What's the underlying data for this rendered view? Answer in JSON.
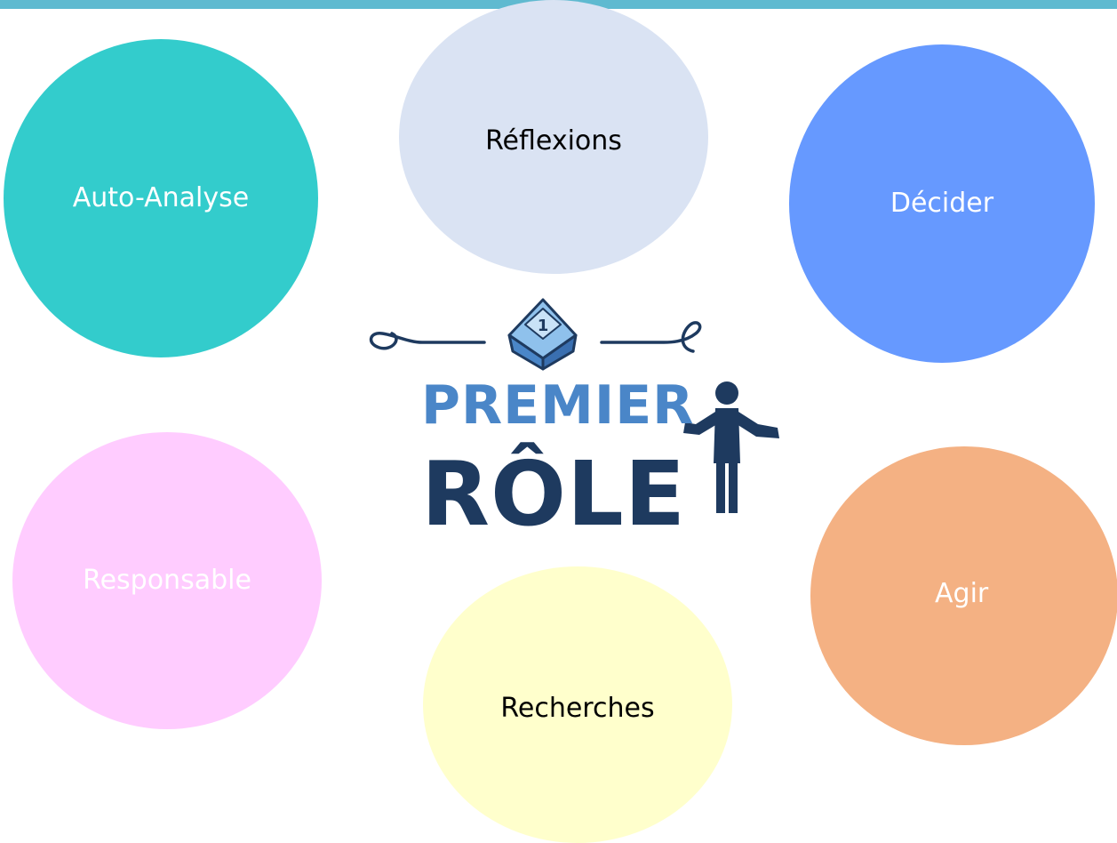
{
  "diagram": {
    "bubbles": {
      "auto_analyse": {
        "label": "Auto-Analyse",
        "color": "#33cccc"
      },
      "reflexions": {
        "label": "Réflexions",
        "color": "#dae3f3"
      },
      "decider": {
        "label": "Décider",
        "color": "#6699ff"
      },
      "responsable": {
        "label": "Responsable",
        "color": "#ffccff"
      },
      "agir": {
        "label": "Agir",
        "color": "#f4b183"
      },
      "recherches": {
        "label": "Recherches",
        "color": "#ffffcc"
      }
    },
    "logo": {
      "line1": "PREMIER",
      "line2": "RÔLE",
      "die_number": "1",
      "primary_color": "#4a86c8",
      "dark_color": "#1e3a5f"
    }
  }
}
